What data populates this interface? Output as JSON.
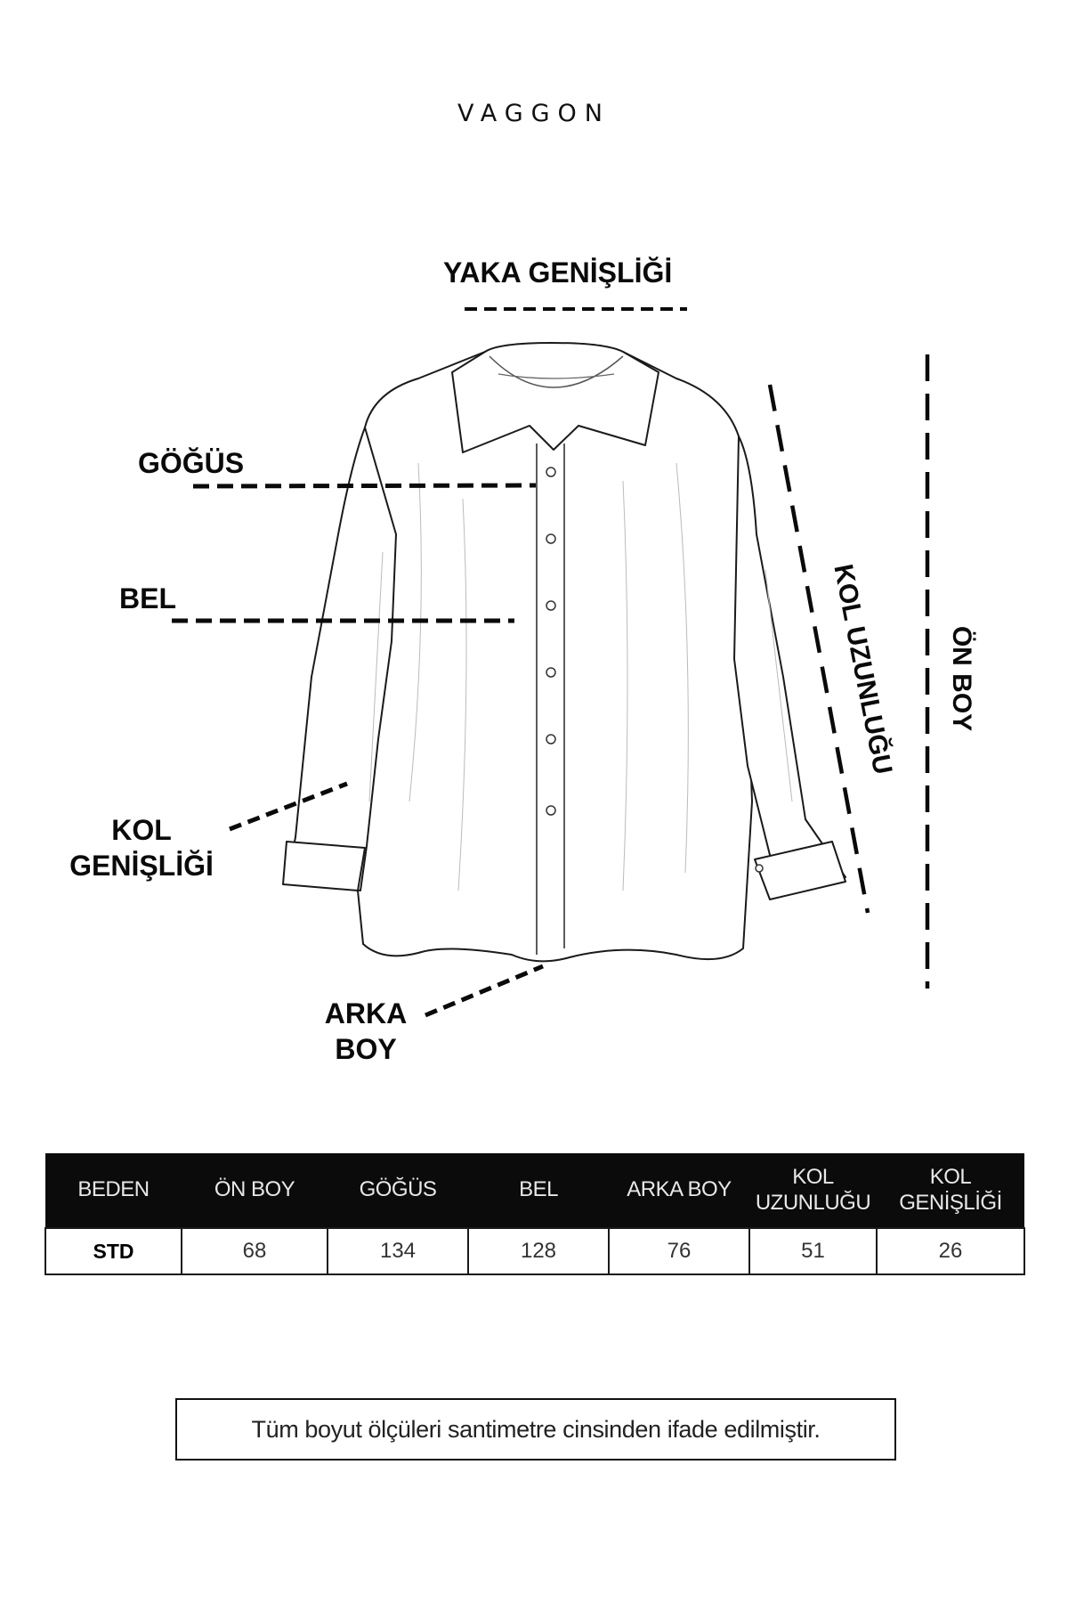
{
  "brand": {
    "name": "VAGGON"
  },
  "diagram": {
    "subject": "shirt-technical-sketch",
    "labels": {
      "yaka_genisligi": "YAKA GENİŞLİĞİ",
      "gogus": "GÖĞÜS",
      "bel": "BEL",
      "kol_genisligi_line1": "KOL",
      "kol_genisligi_line2": "GENİŞLİĞİ",
      "arka_boy_line1": "ARKA",
      "arka_boy_line2": "BOY",
      "kol_uzunlugu": "KOL UZUNLUĞU",
      "on_boy": "ÖN BOY"
    },
    "line_color": "#0a0a0a"
  },
  "size_table": {
    "headers": [
      {
        "line1": "BEDEN",
        "line2": ""
      },
      {
        "line1": "ÖN BOY",
        "line2": ""
      },
      {
        "line1": "GÖĞÜS",
        "line2": ""
      },
      {
        "line1": "BEL",
        "line2": ""
      },
      {
        "line1": "ARKA BOY",
        "line2": ""
      },
      {
        "line1": "KOL",
        "line2": "UZUNLUĞU"
      },
      {
        "line1": "KOL",
        "line2": "GENİŞLİĞİ"
      }
    ],
    "rows": [
      {
        "size": "STD",
        "on_boy": "68",
        "gogus": "134",
        "bel": "128",
        "arka_boy": "76",
        "kol_uzunlugu": "51",
        "kol_genisligi": "26"
      }
    ],
    "header_bg": "#0b0b0c"
  },
  "note": {
    "text": "Tüm boyut ölçüleri santimetre cinsinden ifade edilmiştir."
  }
}
